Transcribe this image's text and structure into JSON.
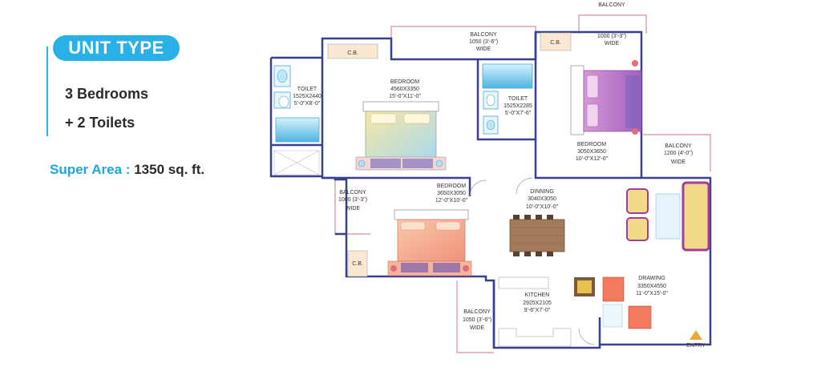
{
  "sidebar": {
    "badge": "UNIT TYPE",
    "feature_1": "3 Bedrooms",
    "feature_2": "+ 2 Toilets",
    "area_label": "Super Area :",
    "area_value": "1350 sq. ft."
  },
  "rooms": {
    "cb1": "C.B.",
    "cb2": "C.B.",
    "cb3": "C.B.",
    "toilet1": {
      "name": "TOILET",
      "size_mm": "1525X2440",
      "size_ft": "5'-0\"X8'-0\""
    },
    "bedroom1": {
      "name": "BEDROOM",
      "size_mm": "4560X3350",
      "size_ft": "15'-0\"X11'-0\""
    },
    "balcony_top": {
      "name": "BALCONY",
      "size": "1050 (3'-6\")",
      "wide": "WIDE"
    },
    "toilet2": {
      "name": "TOILET",
      "size_mm": "1525X2285",
      "size_ft": "5'-0\"X7'-6\""
    },
    "balcony_tr": {
      "name": "BALCONY",
      "size": "1000 (3'-3\")",
      "wide": "WIDE"
    },
    "bedroom2": {
      "name": "BEDROOM",
      "size_mm": "3050X3650",
      "size_ft": "10'-0\"X12'-0\""
    },
    "balcony_right": {
      "name": "BALCONY",
      "size": "1200 (4'-0\")",
      "wide": "WIDE"
    },
    "balcony_left": {
      "name": "BALCONY",
      "size": "1000 (3'-3\")",
      "wide": "WIDE"
    },
    "bedroom3": {
      "name": "BEDROOM",
      "size_mm": "3650X3050",
      "size_ft": "12'-0\"X10'-0\""
    },
    "dinning": {
      "name": "DINNING",
      "size_mm": "3040X3050",
      "size_ft": "10'-0\"X10'-0\""
    },
    "drawing": {
      "name": "DRAWING",
      "size_mm": "3350X4550",
      "size_ft": "11'-0\"X15'-0\""
    },
    "kitchen": {
      "name": "KITCHEN",
      "size_mm": "2925X2105",
      "size_ft": "9'-6\"X7'-0\""
    },
    "balcony_bottom": {
      "name": "BALCONY",
      "size": "1050 (3'-6\")",
      "wide": "WIDE"
    },
    "entry": "ENTRY"
  },
  "colors": {
    "accent": "#29b0e6",
    "wall": "#3a3f8f",
    "balcony_rail": "#e6b8c8",
    "sofa": "#a13d9c",
    "dining_table": "#a27c5a"
  }
}
